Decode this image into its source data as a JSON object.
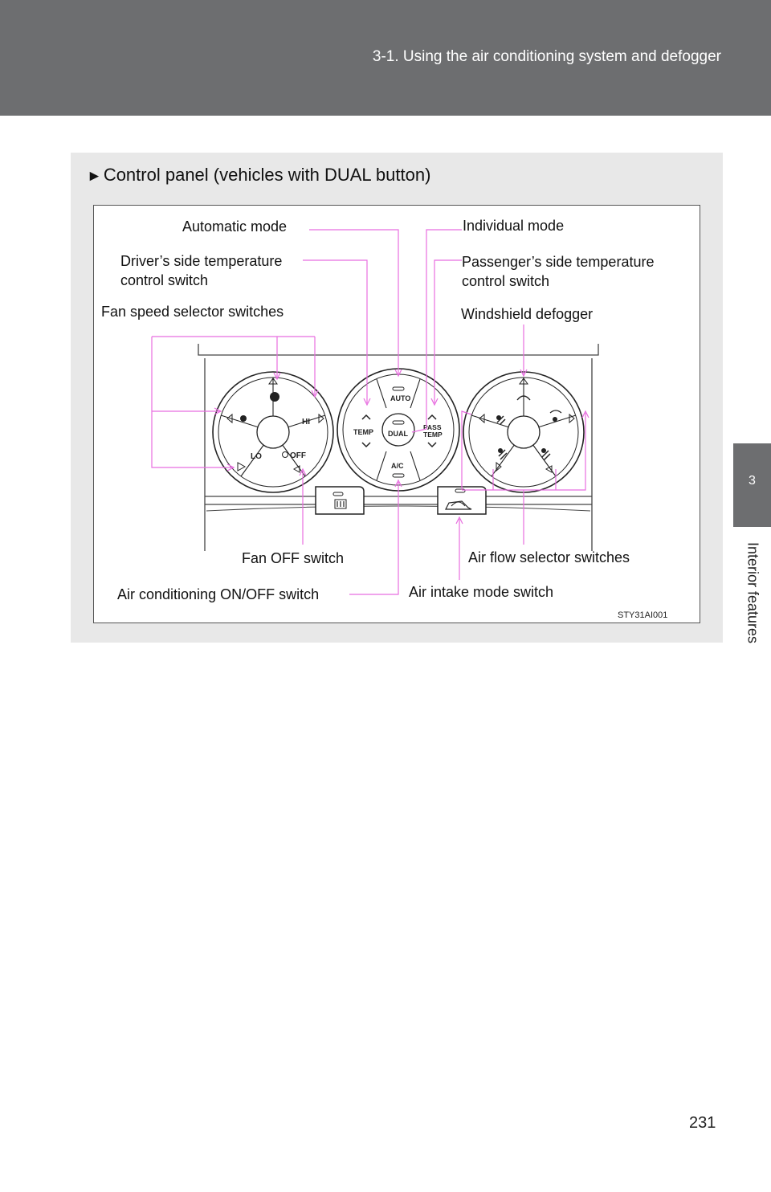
{
  "header": {
    "title": "3-1. Using the air conditioning system and defogger"
  },
  "side_tab": {
    "number": "3",
    "label": "Interior features"
  },
  "section": {
    "title": "Control panel (vehicles with DUAL button)"
  },
  "figure": {
    "code": "STY31AI001",
    "labels": {
      "automatic_mode": "Automatic mode",
      "individual_mode": "Individual mode",
      "driver_temp_line1": "Driver’s side temperature",
      "driver_temp_line2": "control switch",
      "passenger_temp_line1": "Passenger’s side temperature",
      "passenger_temp_line2": "control switch",
      "fan_speed": "Fan speed selector switches",
      "windshield_defogger": "Windshield defogger",
      "fan_off": "Fan OFF switch",
      "air_flow": "Air flow selector switches",
      "ac_switch": "Air conditioning ON/OFF switch",
      "air_intake": "Air intake mode switch"
    },
    "buttons": {
      "hi": "HI",
      "lo": "LO",
      "off": "OFF",
      "auto": "AUTO",
      "temp": "TEMP",
      "dual": "DUAL",
      "pass": "PASS",
      "pass_temp": "TEMP",
      "ac": "A/C"
    },
    "leader_color": "#e86ee0"
  },
  "page": {
    "number": "231"
  }
}
